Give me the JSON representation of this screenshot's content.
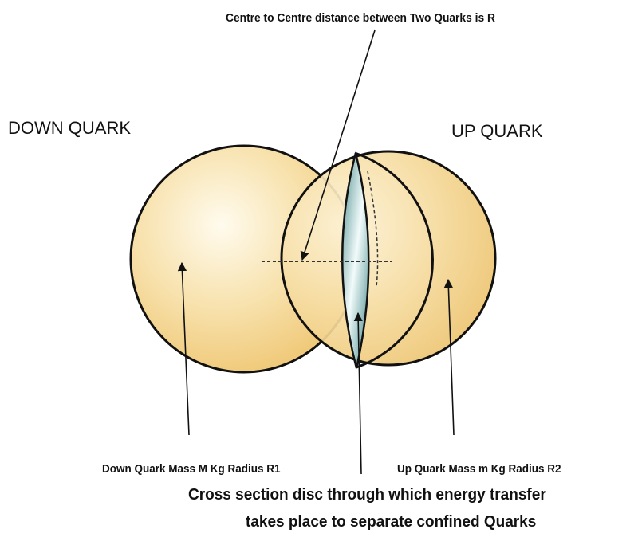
{
  "title": "Centre to Centre distance between Two Quarks is R",
  "labels": {
    "down_quark": "DOWN QUARK",
    "up_quark": "UP QUARK",
    "down_caption": "Down Quark Mass M Kg   Radius R1",
    "up_caption": "Up Quark Mass m Kg Radius R2",
    "cross_section_line1": "Cross section disc through which energy transfer",
    "cross_section_line2": "takes place to separate confined Quarks"
  },
  "colors": {
    "sphere": "#f3d08a",
    "disc": "#5f9ea0",
    "outline": "#111111"
  }
}
